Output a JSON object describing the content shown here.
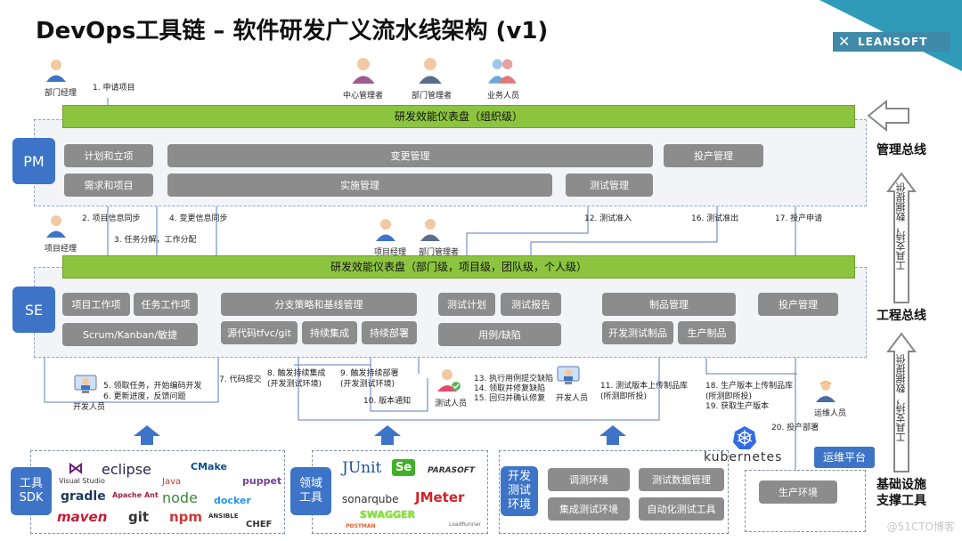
{
  "title": "DevOps工具链 – 软件研发广义流水线架构 (v1)",
  "logo": "LEANSOFT",
  "watermark": "@51CTO博客",
  "buses": {
    "management": "管理总线",
    "engineering": "工程总线",
    "infrastructure": "基础设施\n支撑工具",
    "support_text": "工具支持，数据提供"
  },
  "roles": {
    "dept_manager": "部门经理",
    "center_manager": "中心管理者",
    "dept_manager2": "部门管理者",
    "business_staff": "业务人员",
    "project_manager": "项目经理",
    "project_manager2": "项目经理",
    "dept_manager3": "部门管理者",
    "developer": "开发人员",
    "tester": "测试人员",
    "developer2": "开发人员",
    "ops_staff": "运维人员"
  },
  "pm": {
    "tag": "PM",
    "dashboard": "研发效能仪表盘（组织级）",
    "plan": "计划和立项",
    "requirements": "需求和项目",
    "change": "变更管理",
    "implementation": "实施管理",
    "test_mgmt": "测试管理",
    "production": "投产管理"
  },
  "se": {
    "tag": "SE",
    "dashboard": "研发效能仪表盘（部门级，项目级，团队级，个人级）",
    "project_items": "项目工作项",
    "task_items": "任务工作项",
    "scrum": "Scrum/Kanban/敏捷",
    "branch": "分支策略和基线管理",
    "source": "源代码tfvc/git",
    "ci": "持续集成",
    "cd": "持续部署",
    "test_plan": "测试计划",
    "test_report": "测试报告",
    "cases": "用例/缺陷",
    "artifacts": "制品管理",
    "dev_artifacts": "开发测试制品",
    "prod_artifacts": "生产制品",
    "production": "投产管理"
  },
  "steps": {
    "s1": "1. 申请项目",
    "s2": "2. 项目信息同步",
    "s3": "3. 任务分解，工作分配",
    "s4": "4. 变更信息同步",
    "s5": "5. 领取任务，开始编码开发",
    "s6": "6. 更新进度，反馈问题",
    "s7": "7. 代码提交",
    "s8": "8. 触发持续集成\n(开发测试环境)",
    "s9": "9. 触发持续部署\n(开发测试环境)",
    "s10": "10. 版本通知",
    "s11": "11. 测试版本上传制品库\n(所测即所投)",
    "s12": "12. 测试准入",
    "s13": "13. 执行用例提交缺陷",
    "s14": "14. 领取并修复缺陷",
    "s15": "15. 回归并确认修复",
    "s16": "16. 测试准出",
    "s17": "17. 投产申请",
    "s18": "18. 生产版本上传制品库\n(所测即所投)",
    "s19": "19. 获取生产版本",
    "s20": "20. 投产部署"
  },
  "infra": {
    "sdk_tag": "工具\nSDK",
    "domain_tag": "领域\n工具",
    "env_tag": "开发\n测试\n环境",
    "debug_env": "调测环境",
    "test_data": "测试数据管理",
    "integration_env": "集成测试环境",
    "auto_test": "自动化测试工具",
    "ops_platform": "运维平台",
    "prod_env": "生产环境",
    "kubernetes": "kubernetes"
  },
  "tools": {
    "sdk": [
      "Visual Studio",
      "eclipse",
      "Java",
      "CMake",
      "puppet",
      "gradle",
      "Apache Ant",
      "node",
      "docker",
      "maven",
      "git",
      "npm",
      "ANSIBLE",
      "CHEF"
    ],
    "domain": [
      "JUnit",
      "Se",
      "PARASOFT",
      "sonarqube",
      "JMeter",
      "SWAGGER",
      "POSTMAN",
      "LoadRunner"
    ]
  },
  "colors": {
    "accent_blue": "#3e74c8",
    "bar_green": "#8cc43f",
    "box_gray": "#8c8c8c",
    "corner_teal": "#2f9bb8"
  }
}
